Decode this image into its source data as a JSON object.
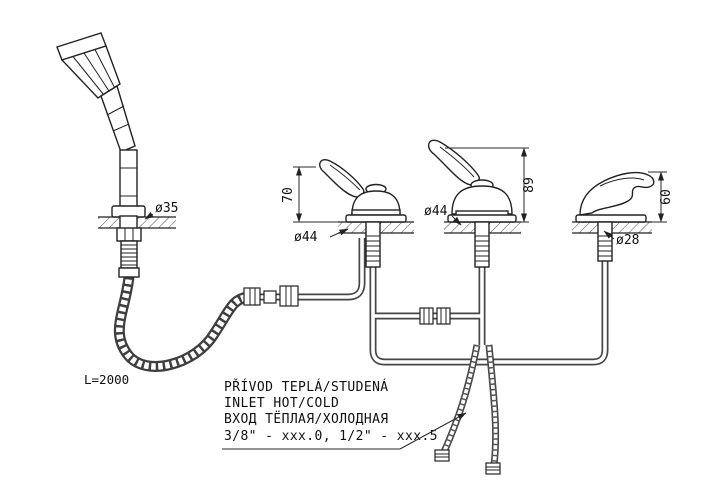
{
  "diagram": {
    "title": "faucet-installation-diagram",
    "dims": {
      "shower_diameter": "ø35",
      "hose_length": "L=2000",
      "handle1_height": "70",
      "handle1_diameter": "ø44",
      "handle2_height": "89",
      "handle2_diameter": "ø44",
      "spout_height": "60",
      "spout_diameter": "ø28"
    },
    "notes": {
      "line1": "PŘÍVOD TEPLÁ/STUDENÁ",
      "line2": "INLET HOT/COLD",
      "line3": "ВХОД ТЁПЛАЯ/ХОЛОДНАЯ",
      "line4": "3/8\" - xxx.0, 1/2\" - xxx.5"
    }
  }
}
